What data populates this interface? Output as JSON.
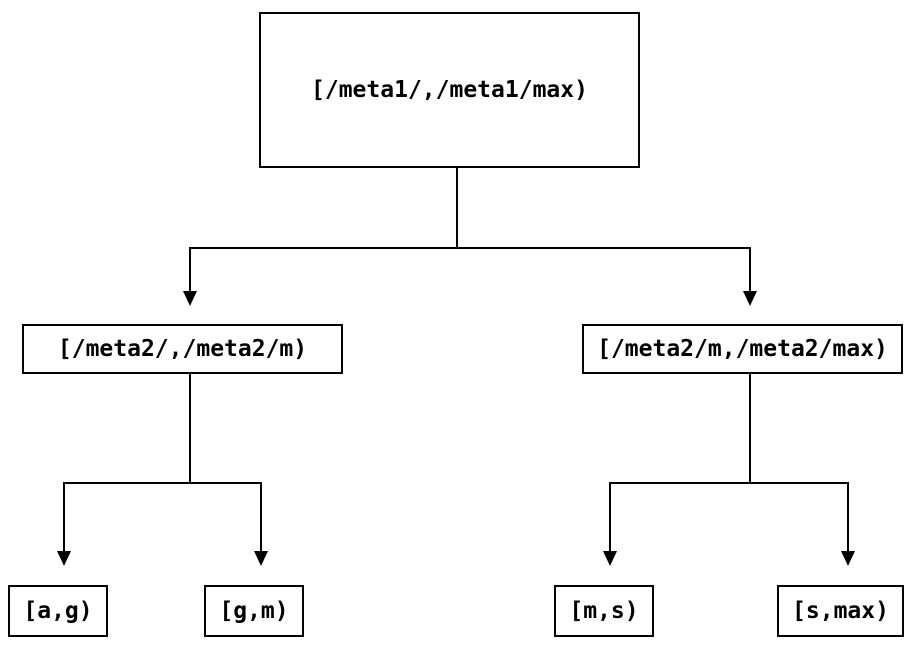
{
  "diagram": {
    "type": "tree",
    "nodes": {
      "root": {
        "label": "[/meta1/,/meta1/max)"
      },
      "meta2_low": {
        "label": "[/meta2/,/meta2/m)"
      },
      "meta2_high": {
        "label": "[/meta2/m,/meta2/max)"
      },
      "leaf_ag": {
        "label": "[a,g)"
      },
      "leaf_gm": {
        "label": "[g,m)"
      },
      "leaf_ms": {
        "label": "[m,s)"
      },
      "leaf_smax": {
        "label": "[s,max)"
      }
    },
    "edges": [
      {
        "from": "root",
        "to": "meta2_low"
      },
      {
        "from": "root",
        "to": "meta2_high"
      },
      {
        "from": "meta2_low",
        "to": "leaf_ag"
      },
      {
        "from": "meta2_low",
        "to": "leaf_gm"
      },
      {
        "from": "meta2_high",
        "to": "leaf_ms"
      },
      {
        "from": "meta2_high",
        "to": "leaf_smax"
      }
    ],
    "colors": {
      "line": "#000000",
      "text": "#000000",
      "node_fill": "#ffffff",
      "background": "#ffffff"
    }
  }
}
